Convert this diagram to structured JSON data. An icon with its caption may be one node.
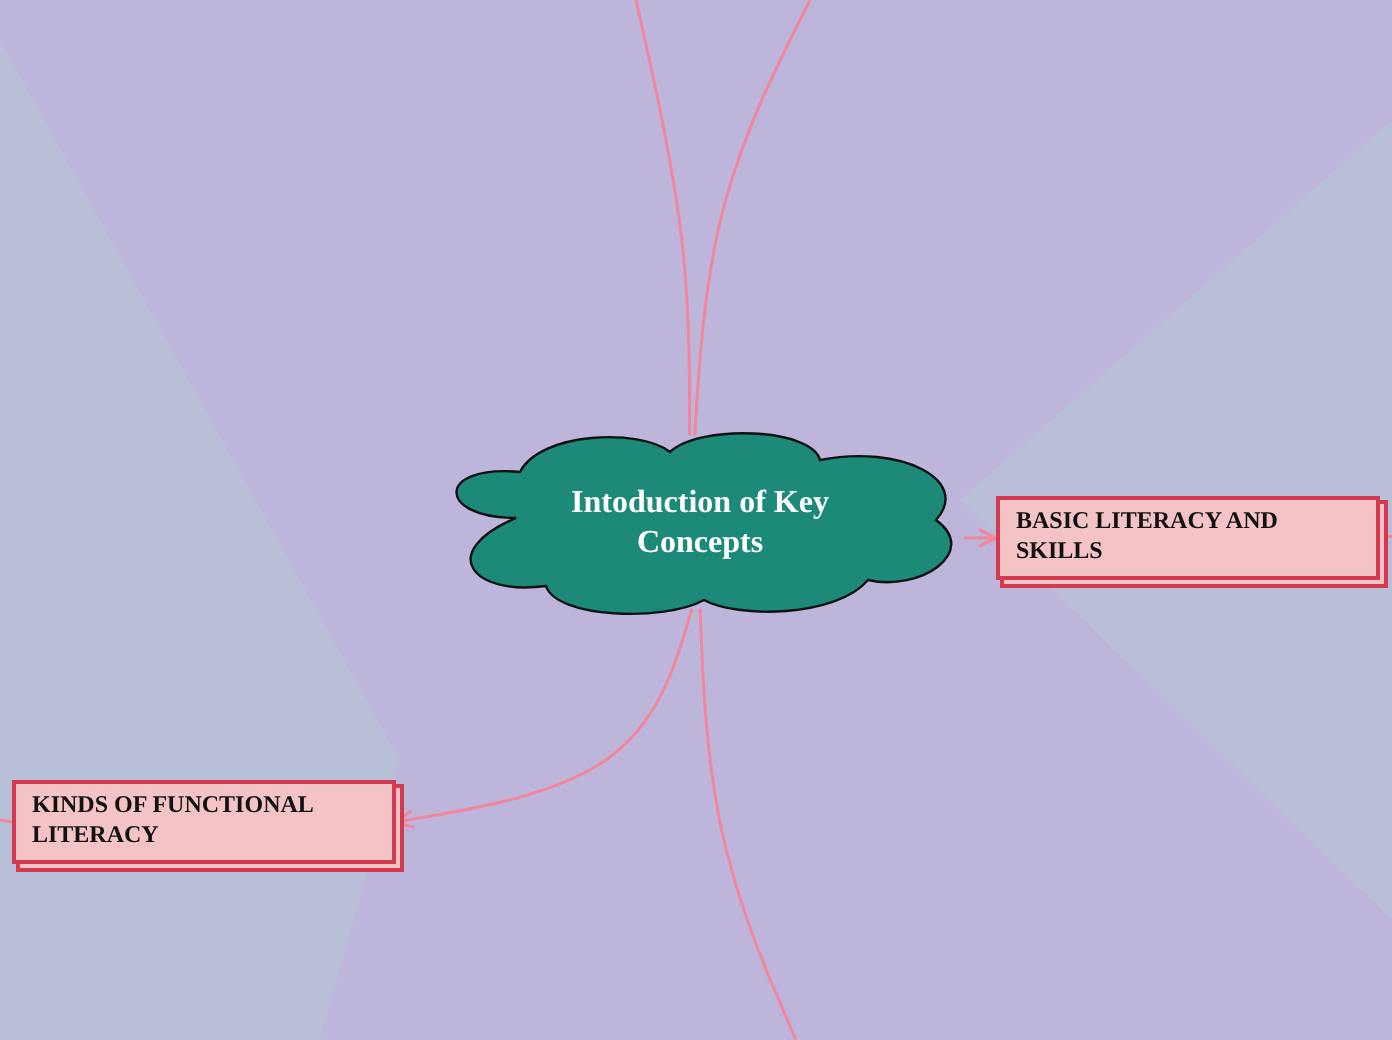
{
  "diagram": {
    "nodes": [
      {
        "text": [
          "Intoduction of Key Concepts"
        ]
      },
      {
        "text": [
          "BASIC LITERACY AND SKILLS"
        ]
      },
      {
        "text": [
          "KINDS OF FUNCTIONAL LITERACY"
        ]
      }
    ],
    "edges": [
      {
        "from": 0,
        "to": 1,
        "arrow": "to"
      },
      {
        "from": 0,
        "to": 2,
        "arrow": "to"
      },
      {
        "from": 0,
        "to": null,
        "arrow": "none"
      },
      {
        "from": 0,
        "to": null,
        "arrow": "none"
      },
      {
        "from": 0,
        "to": null,
        "arrow": "none"
      },
      {
        "from": 1,
        "to": null,
        "arrow": "none"
      },
      {
        "from": 2,
        "to": null,
        "arrow": "none"
      }
    ]
  }
}
